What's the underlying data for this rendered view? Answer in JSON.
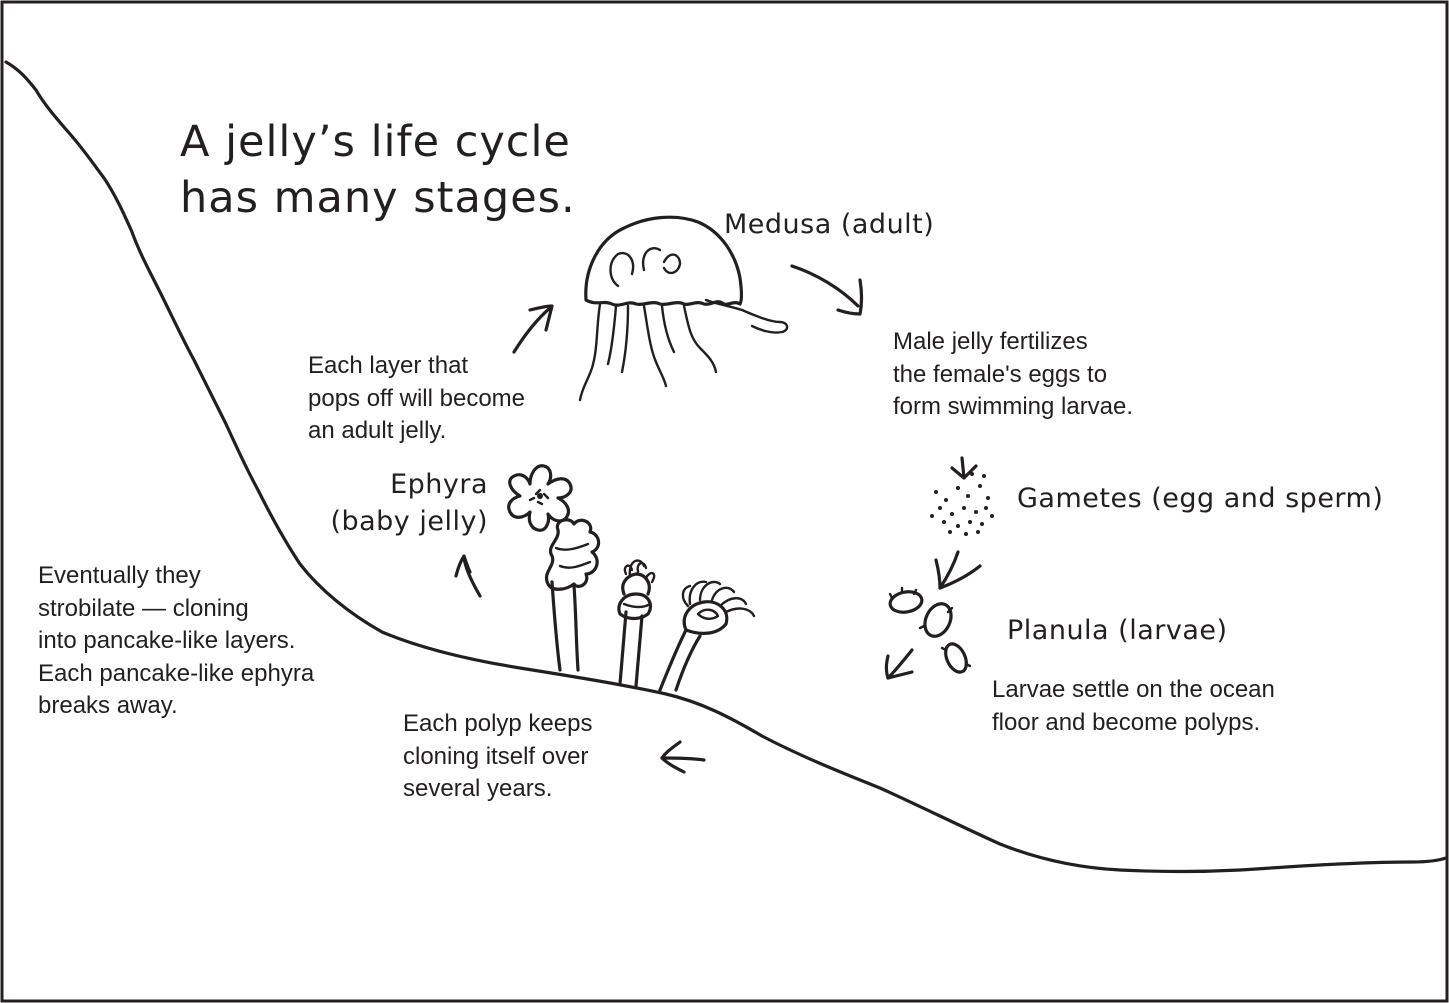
{
  "title": "A jelly’s life cycle\nhas many stages.",
  "stages": {
    "medusa": "Medusa (adult)",
    "gametes": "Gametes (egg and sperm)",
    "planula": "Planula (larvae)",
    "ephyra": "Ephyra\n(baby jelly)"
  },
  "notes": {
    "fertilize": "Male jelly fertilizes\nthe female's eggs to\nform swimming larvae.",
    "settle": "Larvae settle on the ocean\nfloor and become polyps.",
    "polyp_cloning": "Each polyp keeps\ncloning itself over\nseveral years.",
    "strobilate": "Eventually they\nstrobilate — cloning\ninto pancake-like layers.\nEach pancake-like ephyra\nbreaks away.",
    "layer": "Each layer that\npops off will become\nan adult jelly."
  },
  "colors": {
    "ink": "#231f20",
    "background": "#ffffff"
  }
}
